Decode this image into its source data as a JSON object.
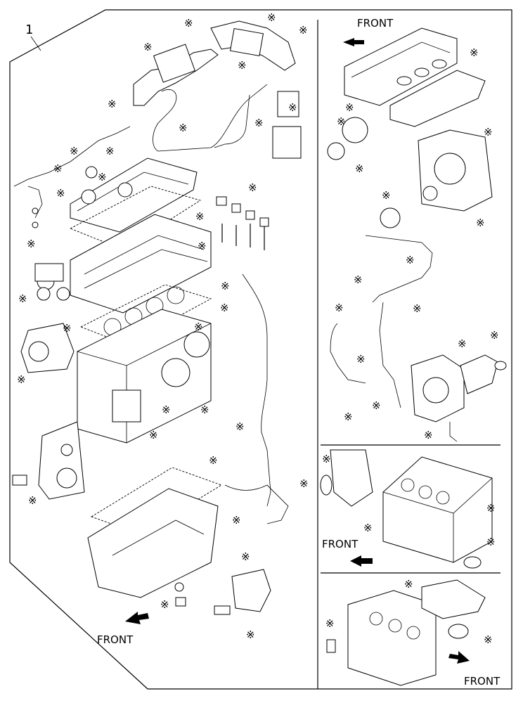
{
  "callout": "1",
  "marker": "※",
  "labels": {
    "front_top": "FRONT",
    "front_left": "FRONT",
    "front_mid_right": "FRONT",
    "front_bottom_right": "FRONT"
  },
  "icons": {
    "arrow": "direction-arrow-icon",
    "marker": "asterisk-marker-icon"
  }
}
